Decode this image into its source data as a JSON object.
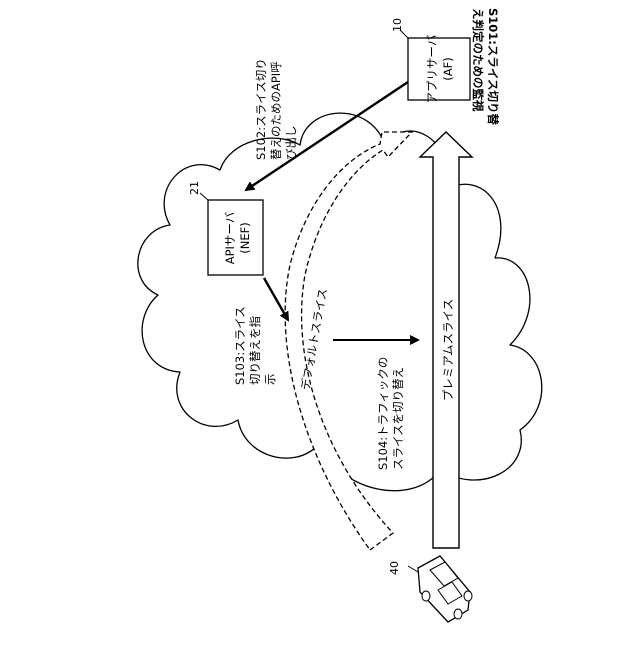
{
  "nodes": {
    "af": {
      "ref": "10",
      "name": "アプリサーバ",
      "sub": "(AF)"
    },
    "nef": {
      "ref": "21",
      "name": "APIサーバ",
      "sub": "(NEF)"
    },
    "ue": {
      "ref": "40"
    }
  },
  "slices": {
    "premium": "プレミアムスライス",
    "default": "デフォルトスライス"
  },
  "steps": {
    "s101": [
      "S101:スライス切り替",
      "え判定のための監視"
    ],
    "s102": [
      "S102:スライス切り",
      "替えのためのAPI呼",
      "び出し"
    ],
    "s103": [
      "S103:スライス",
      "切り替えを指",
      "示"
    ],
    "s104": [
      "S104:トラフィックの",
      "スライスを切り替え"
    ]
  }
}
